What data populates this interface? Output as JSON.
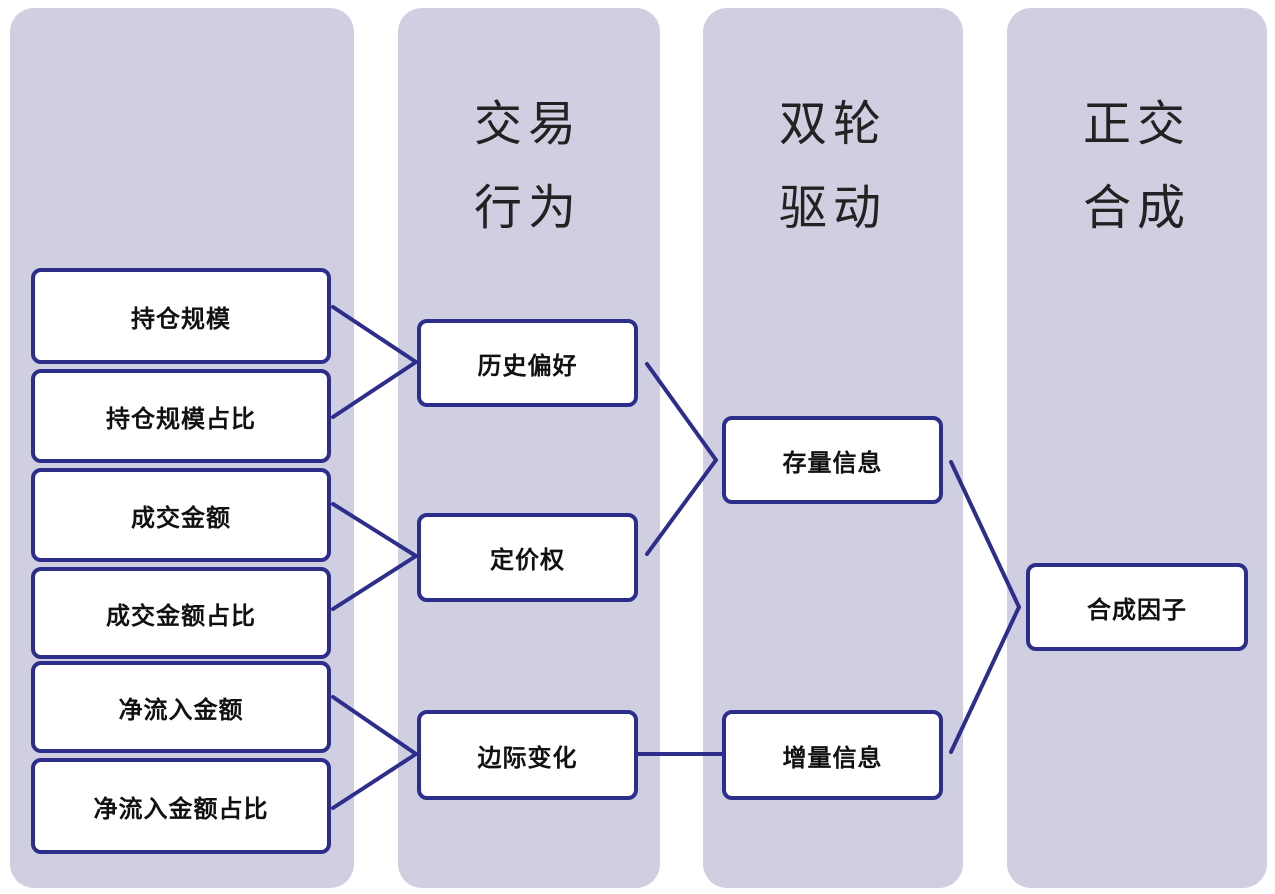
{
  "columns": {
    "c2_heading": [
      "交易",
      "行为"
    ],
    "c3_heading": [
      "双轮",
      "驱动"
    ],
    "c4_heading": [
      "正交",
      "合成"
    ]
  },
  "inputs": [
    "持仓规模",
    "持仓规模占比",
    "成交金额",
    "成交金额占比",
    "净流入金额",
    "净流入金额占比"
  ],
  "behaviors": [
    "历史偏好",
    "定价权",
    "边际变化"
  ],
  "drivers": [
    "存量信息",
    "增量信息"
  ],
  "output": "合成因子",
  "colors": {
    "panel": "#cfcfe1",
    "line": "#2d2e8c",
    "box_border": "#2d2e8c"
  }
}
